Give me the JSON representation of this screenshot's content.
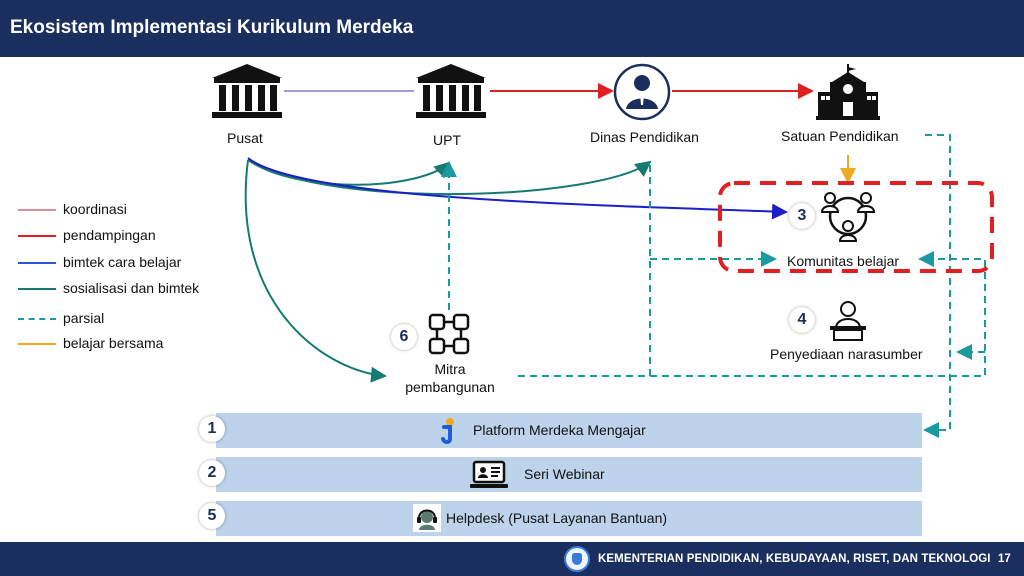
{
  "header": {
    "title": "Ekosistem Implementasi Kurikulum Merdeka"
  },
  "nodes": {
    "pusat": "Pusat",
    "upt": "UPT",
    "dinas": "Dinas Pendidikan",
    "satuan": "Satuan Pendidikan",
    "komunitas": "Komunitas belajar",
    "narasumber": "Penyediaan narasumber",
    "mitra_line1": "Mitra",
    "mitra_line2": "pembangunan"
  },
  "badges": {
    "komunitas": "3",
    "narasumber": "4",
    "mitra": "6",
    "platform": "1",
    "webinar": "2",
    "helpdesk": "5"
  },
  "legend": [
    {
      "label": "koordinasi",
      "color": "#d98fa0",
      "style": "solid"
    },
    {
      "label": "pendampingan",
      "color": "#e02020",
      "style": "solid"
    },
    {
      "label": "bimtek cara belajar",
      "color": "#2a55d0",
      "style": "solid"
    },
    {
      "label": "sosialisasi dan bimtek",
      "color": "#157a72",
      "style": "solid"
    },
    {
      "label": "parsial",
      "color": "#1a9aa0",
      "style": "dashed"
    },
    {
      "label": "belajar bersama",
      "color": "#f2a922",
      "style": "solid"
    }
  ],
  "bars": {
    "platform": "Platform Merdeka Mengajar",
    "webinar": "Seri Webinar",
    "helpdesk": "Helpdesk (Pusat Layanan Bantuan)"
  },
  "footer": {
    "ministry": "KEMENTERIAN PENDIDIKAN, KEBUDAYAAN, RISET, DAN TEKNOLOGI",
    "page": "17"
  },
  "icons": {
    "pusat": "government-building-icon",
    "upt": "government-building-icon",
    "dinas": "official-person-icon",
    "satuan": "school-building-icon",
    "komunitas": "community-people-icon",
    "narasumber": "speaker-podium-icon",
    "mitra": "partnership-hands-icon",
    "platform": "merdeka-mengajar-logo-icon",
    "webinar": "webinar-laptop-icon",
    "helpdesk": "headset-support-icon"
  }
}
